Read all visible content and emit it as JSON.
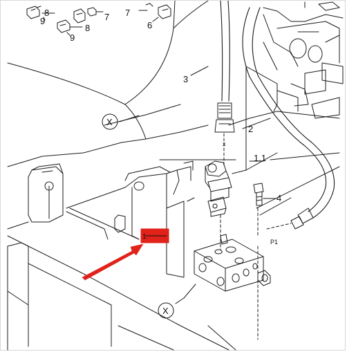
{
  "callouts": {
    "c1": "1",
    "c1_1": "1.1",
    "c2": "2",
    "c3": "3",
    "c4": "4",
    "c6": "6",
    "c7a": "7",
    "c7b": "7",
    "c8a": "8",
    "c8b": "8",
    "c9a": "9",
    "c9b": "9"
  },
  "markers": {
    "section_x_top": "X",
    "section_x_bottom": "X",
    "axis_x": "x",
    "port_p1": "P1"
  },
  "colors": {
    "line": "#1a1a1a",
    "highlight": "#e0221a"
  }
}
